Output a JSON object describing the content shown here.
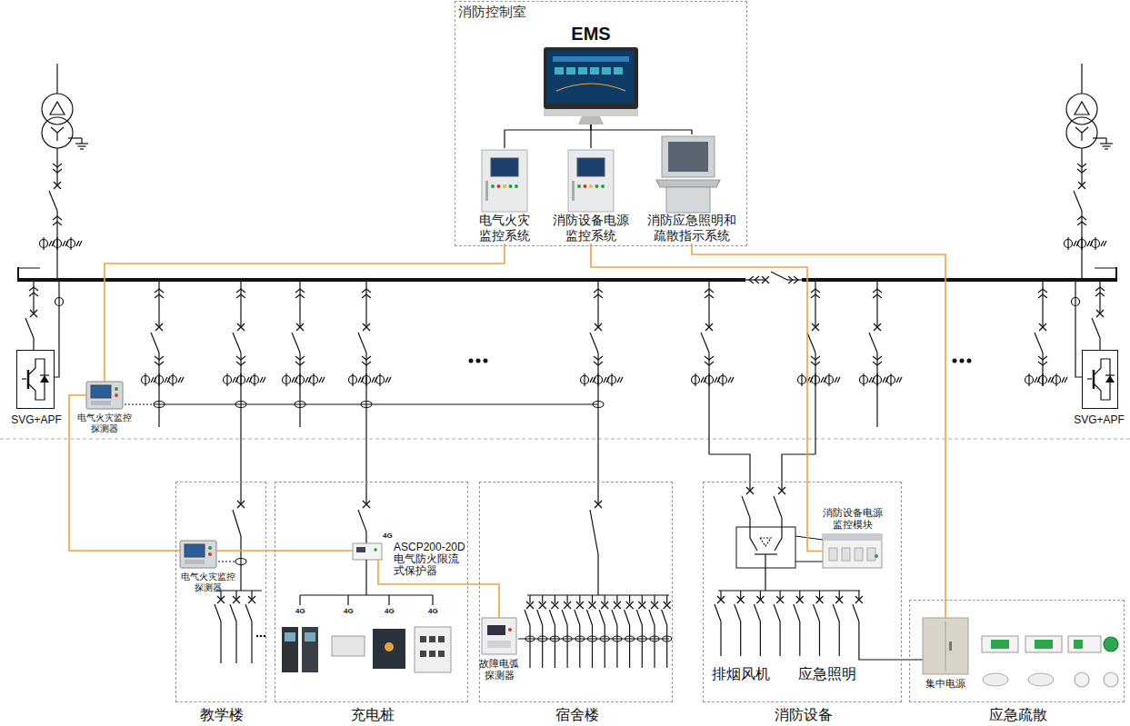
{
  "diagram": {
    "nodes": [
      {
        "text": [
          "消防控制室"
        ]
      },
      {
        "text": [
          "EMS"
        ],
        "in": 0
      },
      {
        "text": [
          "电气火灾 监控系统"
        ],
        "in": 0
      },
      {
        "text": [
          "消防设备电源 监控系统"
        ],
        "in": 0
      },
      {
        "text": [
          "消防应急照明和 疏散指示系统"
        ],
        "in": 0
      },
      {
        "text": [
          "SVG+APF"
        ]
      },
      {
        "text": [
          "SVG+APF"
        ]
      },
      {
        "text": [
          "电气火灾监控 探测器"
        ]
      },
      {
        "text": [
          "教学楼"
        ]
      },
      {
        "text": [
          "电气火灾监控 探测器"
        ],
        "in": 8
      },
      {
        "text": [
          "充电桩"
        ]
      },
      {
        "text": [
          "ASCP200-20D 电气防火限流 式保护器"
        ],
        "in": 10
      },
      {
        "text": [
          "宿舍楼"
        ]
      },
      {
        "text": [
          "故障电弧 探测器"
        ],
        "in": 12
      },
      {
        "text": [
          "消防设备"
        ]
      },
      {
        "text": [
          "消防设备电源 监控模块"
        ],
        "in": 14
      },
      {
        "text": [
          "应急疏散"
        ]
      },
      {
        "text": [
          "集中电源"
        ],
        "in": 16
      }
    ],
    "edges": [
      {
        "from": 1,
        "to": 2,
        "arrow": "none"
      },
      {
        "from": 1,
        "to": 3,
        "arrow": "none"
      },
      {
        "from": 1,
        "to": 4,
        "arrow": "none"
      },
      {
        "from": 2,
        "to": 7,
        "arrow": "none"
      },
      {
        "from": 7,
        "to": 9,
        "arrow": "none"
      },
      {
        "from": 9,
        "to": 11,
        "arrow": "none"
      },
      {
        "from": 11,
        "to": 13,
        "arrow": "none"
      },
      {
        "from": 3,
        "to": 15,
        "arrow": "none"
      },
      {
        "from": 4,
        "to": 17,
        "arrow": "none"
      }
    ],
    "labels": [
      "4G",
      "4G",
      "4G",
      "4G",
      "4G",
      "排烟风机",
      "应急照明"
    ]
  }
}
